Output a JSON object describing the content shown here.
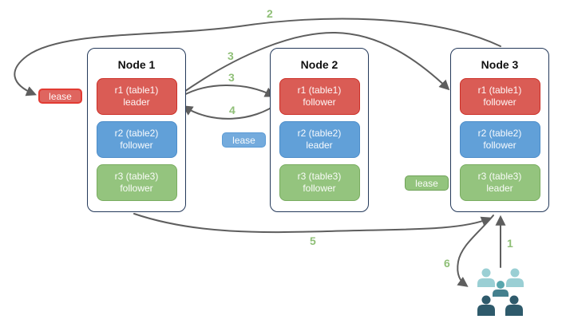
{
  "nodes": [
    {
      "title": "Node 1",
      "replicas": [
        {
          "name": "r1 (table1)",
          "role": "leader",
          "color": "red"
        },
        {
          "name": "r2 (table2)",
          "role": "follower",
          "color": "blue"
        },
        {
          "name": "r3 (table3)",
          "role": "follower",
          "color": "green"
        }
      ]
    },
    {
      "title": "Node 2",
      "replicas": [
        {
          "name": "r1 (table1)",
          "role": "follower",
          "color": "red"
        },
        {
          "name": "r2 (table2)",
          "role": "leader",
          "color": "blue"
        },
        {
          "name": "r3 (table3)",
          "role": "follower",
          "color": "green"
        }
      ]
    },
    {
      "title": "Node 3",
      "replicas": [
        {
          "name": "r1 (table1)",
          "role": "follower",
          "color": "red"
        },
        {
          "name": "r2 (table2)",
          "role": "follower",
          "color": "blue"
        },
        {
          "name": "r3 (table3)",
          "role": "leader",
          "color": "green"
        }
      ]
    }
  ],
  "leases": [
    {
      "label": "lease",
      "color": "red"
    },
    {
      "label": "lease",
      "color": "blue"
    },
    {
      "label": "lease",
      "color": "green"
    }
  ],
  "steps": [
    {
      "text": "1"
    },
    {
      "text": "2"
    },
    {
      "text": "3"
    },
    {
      "text": "3"
    },
    {
      "text": "4"
    },
    {
      "text": "5"
    },
    {
      "text": "6"
    }
  ],
  "icons": {
    "users": "users-group-icon"
  },
  "colors": {
    "replica_red_fill": "#DA5C55",
    "replica_red_border": "#CC2F27",
    "replica_blue_fill": "#61A0D8",
    "replica_blue_border": "#4D8DC9",
    "replica_green_fill": "#94C47E",
    "replica_green_border": "#79AC60",
    "node_border": "#24395A",
    "arrow": "#5E5E5E",
    "step_label": "#8FBF77",
    "users_light_teal": "#9ACFD4",
    "users_medium_teal": "#58A6AD",
    "users_dark_teal": "#2E5A6B"
  }
}
